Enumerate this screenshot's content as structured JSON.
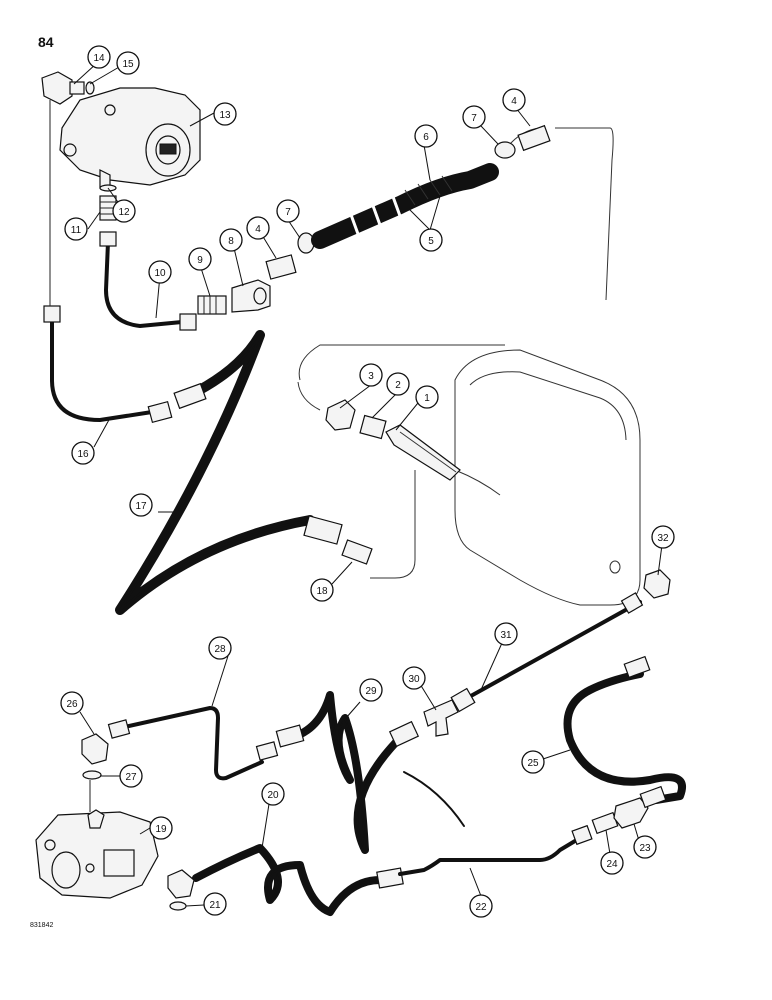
{
  "page_number": "84",
  "figure_id": "831842",
  "callouts": [
    "1",
    "2",
    "3",
    "4",
    "4",
    "5",
    "5",
    "6",
    "7",
    "7",
    "8",
    "9",
    "10",
    "11",
    "12",
    "13",
    "14",
    "15",
    "16",
    "17",
    "18",
    "19",
    "20",
    "21",
    "22",
    "23",
    "24",
    "25",
    "26",
    "27",
    "28",
    "29",
    "30",
    "31",
    "32"
  ]
}
